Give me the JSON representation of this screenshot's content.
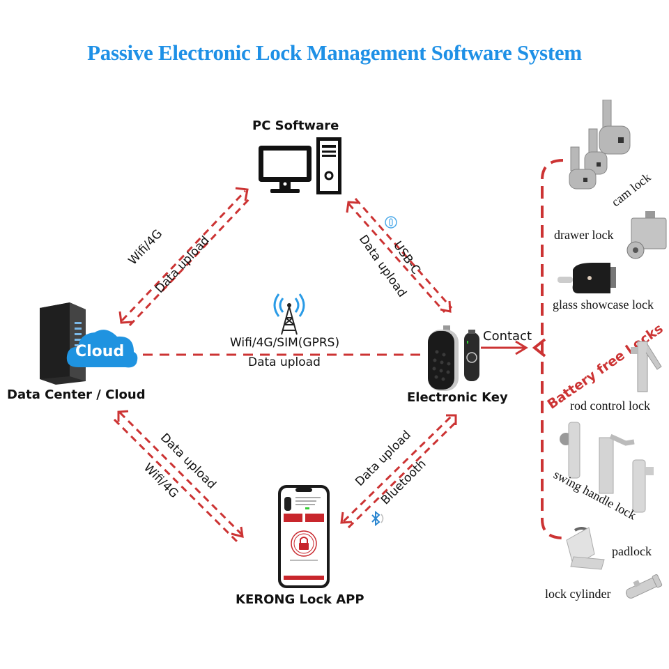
{
  "title": "Passive Electronic Lock Management Software System",
  "colors": {
    "title": "#1e90e6",
    "link_line": "#cc3333",
    "cloud_blue": "#1f93e0",
    "app_red": "#c8262c"
  },
  "nodes": {
    "pc": {
      "label": "PC Software",
      "icon": "desktop-computer-icon"
    },
    "cloud": {
      "label": "Data Center / Cloud",
      "badge": "Cloud",
      "icon": "server-rack-icon"
    },
    "key": {
      "label": "Electronic Key",
      "icon": "electronic-key-icon"
    },
    "app": {
      "label": "KERONG  Lock  APP",
      "icon": "smartphone-app-icon"
    }
  },
  "links": {
    "cloud_pc": {
      "line1": "Wifi/4G",
      "line2": "Data upload"
    },
    "pc_key": {
      "line1": "USB-C",
      "line2": "Data upload"
    },
    "cloud_key": {
      "line1": "Wifi/4G/SIM(GPRS)",
      "line2": "Data upload"
    },
    "cloud_app": {
      "line1": "Data upload",
      "line2": "Wifi/4G"
    },
    "key_app": {
      "line1": "Data upload",
      "line2": "Bluetooth"
    },
    "key_locks": {
      "label": "Contact"
    }
  },
  "locks_group": {
    "title": "Battery free Locks",
    "items": [
      {
        "label": "cam lock"
      },
      {
        "label": "drawer lock"
      },
      {
        "label": "glass showcase lock"
      },
      {
        "label": "rod control lock"
      },
      {
        "label": "swing handle lock"
      },
      {
        "label": "padlock"
      },
      {
        "label": "lock cylinder"
      }
    ]
  }
}
